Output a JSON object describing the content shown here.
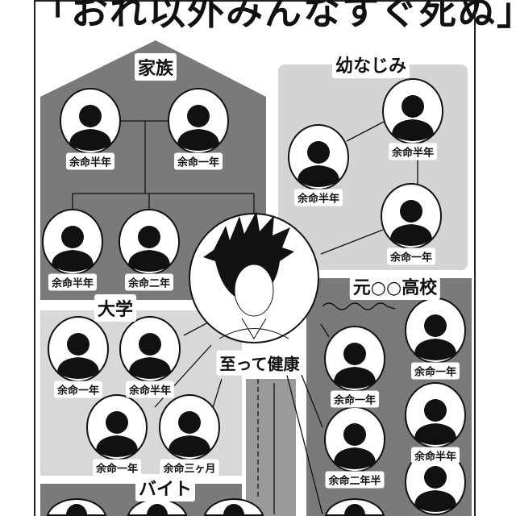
{
  "title": "「おれ以外みんなすぐ死ぬ」",
  "center": {
    "status": "至って健康"
  },
  "groups": {
    "family": {
      "label": "家族",
      "members": [
        "余命半年",
        "余命一年",
        "余命半年",
        "余命二年"
      ]
    },
    "childhood": {
      "label": "幼なじみ",
      "members": [
        "余命半年",
        "余命半年",
        "余命一年"
      ]
    },
    "highschool": {
      "label": "元○○高校",
      "members": [
        "余命一年",
        "余命一年",
        "余命半年",
        "余命二年半",
        ""
      ]
    },
    "university": {
      "label": "大学",
      "members": [
        "余命一年",
        "余命半年",
        "余命一年",
        "余命三ヶ月"
      ]
    },
    "parttime": {
      "label": "バイト",
      "members": [
        "",
        "",
        "",
        ""
      ]
    }
  },
  "colors": {
    "dark": "#7a7a7a",
    "light": "#d4d4d4",
    "ink": "#111111"
  }
}
